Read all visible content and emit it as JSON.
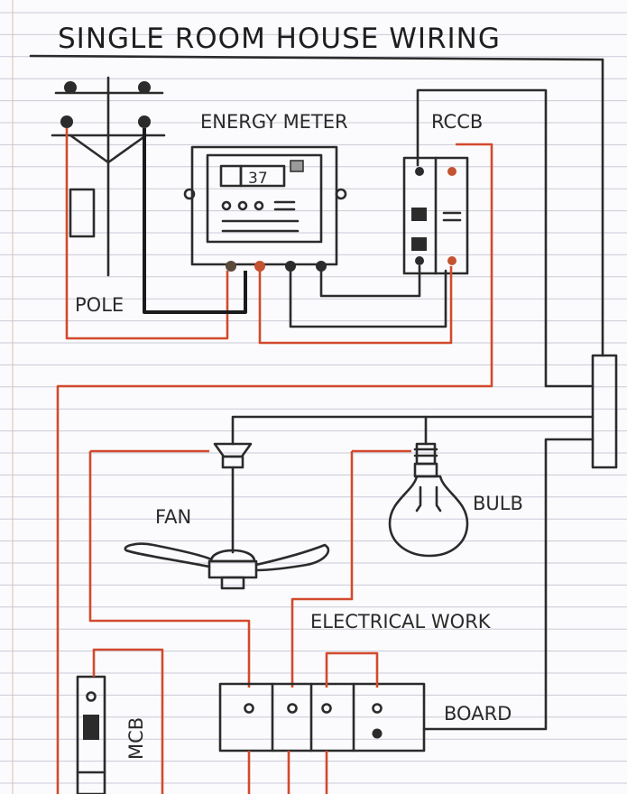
{
  "title": "SINGLE ROOM HOUSE WIRING",
  "labels": {
    "energy_meter": "ENERGY METER",
    "rccb": "RCCB",
    "pole": "POLE",
    "fan": "FAN",
    "bulb": "BULB",
    "electrical_work": "ELECTRICAL WORK",
    "board": "BOARD",
    "mcb": "MCB"
  },
  "meter_display": "37",
  "colors": {
    "line": "#2b2b2b",
    "wire_red": "#d24a2c",
    "paper": "#fbfbfd",
    "rule": "#c9cbd6"
  }
}
